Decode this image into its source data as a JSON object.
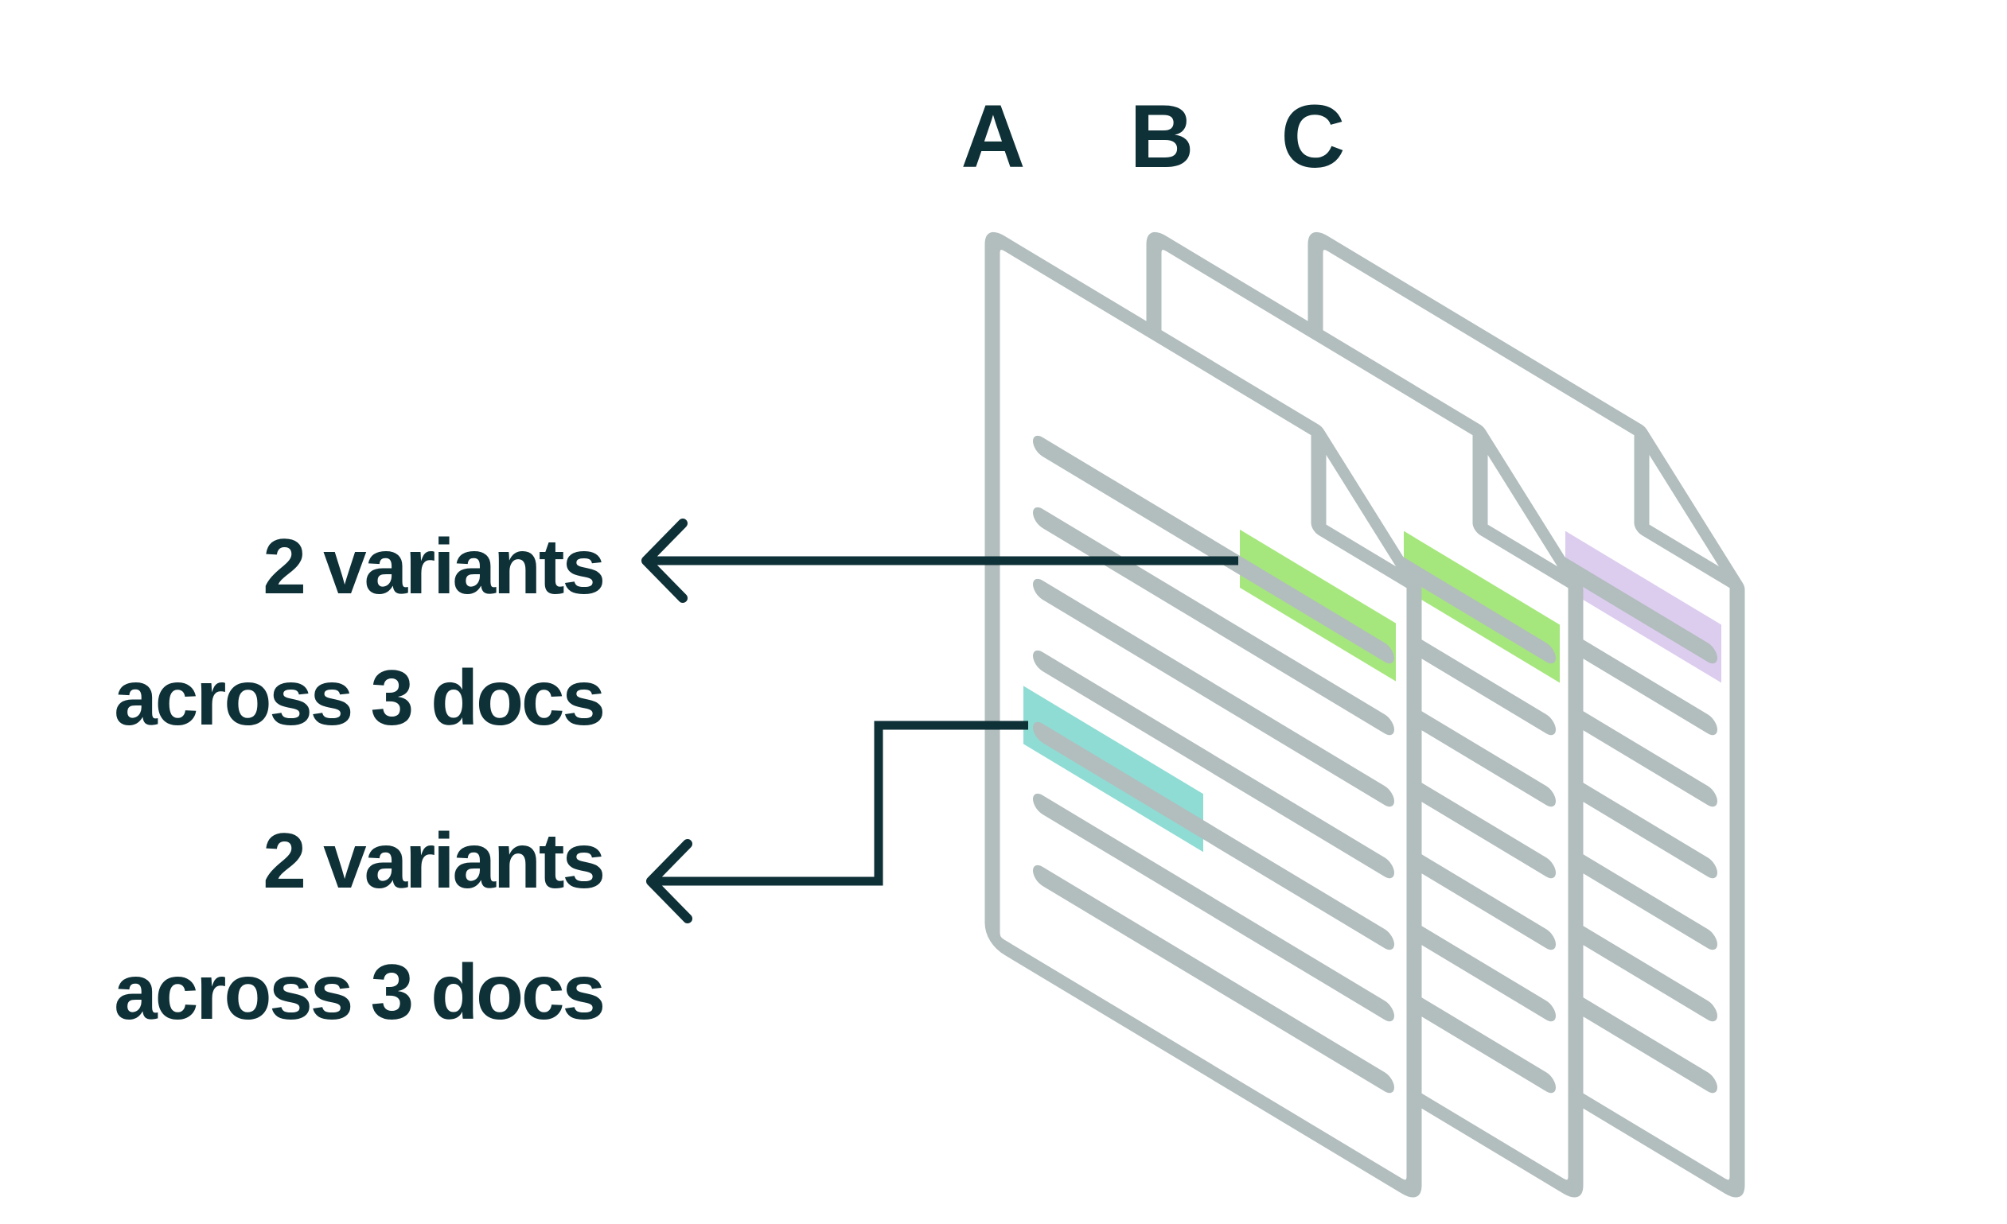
{
  "diagram": {
    "doc_labels": [
      "A",
      "B",
      "C"
    ],
    "callouts": [
      {
        "line1": "2 variants",
        "line2": "across 3 docs"
      },
      {
        "line1": "2 variants",
        "line2": "across 3 docs"
      }
    ],
    "colors": {
      "dark": "#0e3037",
      "gray": "#b2bdbd",
      "green": "#a6e77d",
      "teal": "#8fdcd4",
      "purple": "#dccdef",
      "page": "#ffffff"
    }
  }
}
